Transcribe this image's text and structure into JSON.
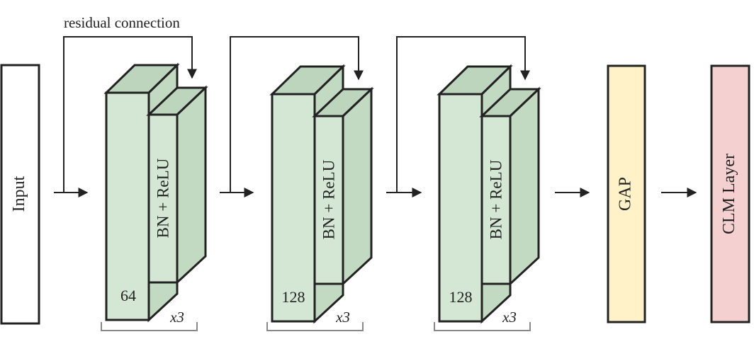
{
  "diagram": {
    "annotation": "residual connection",
    "input_label": "Input",
    "blocks": [
      {
        "filters": "64",
        "sublayer": "BN + ReLU",
        "repeat": "x3"
      },
      {
        "filters": "128",
        "sublayer": "BN + ReLU",
        "repeat": "x3"
      },
      {
        "filters": "128",
        "sublayer": "BN + ReLU",
        "repeat": "x3"
      }
    ],
    "gap_label": "GAP",
    "clm_label": "CLM Layer"
  },
  "colors": {
    "block_front": "#d4e7d4",
    "block_side": "#c2d9c2",
    "block_top": "#bdd4bd",
    "gap_fill": "#fff2c8",
    "clm_fill": "#f5d0d0",
    "stroke": "#222222",
    "bracket": "#888888"
  }
}
